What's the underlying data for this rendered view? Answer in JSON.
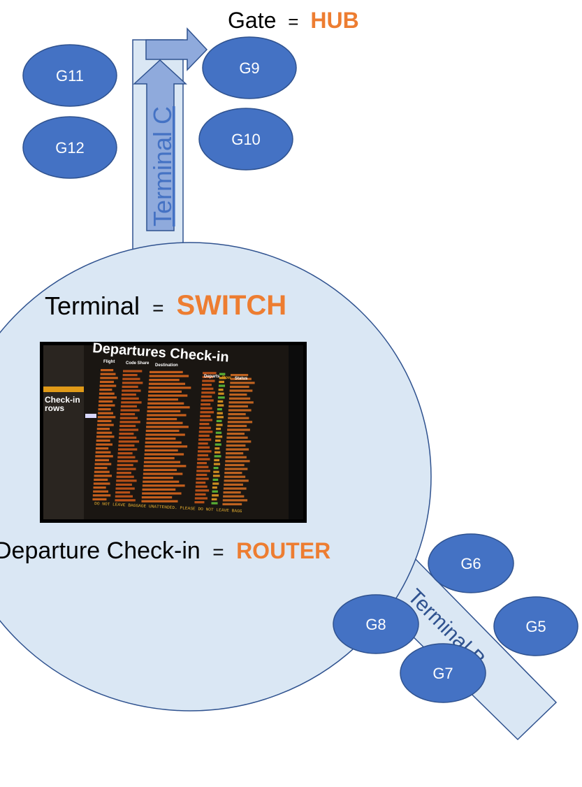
{
  "colors": {
    "accent": "#ED7D31",
    "gate_fill": "#4472C4",
    "gate_stroke": "#2F528F",
    "area_fill": "#DAE7F4",
    "area_stroke": "#2F528F",
    "arrow_fill": "#8FAADC"
  },
  "hub_caption": {
    "term": "Gate",
    "eq": "=",
    "value": "HUB"
  },
  "switch_caption": {
    "term": "Terminal",
    "eq": "=",
    "value": "SWITCH"
  },
  "router_caption": {
    "term": "Departure Check-in",
    "eq": "=",
    "value": "ROUTER"
  },
  "corridors": {
    "c": {
      "label": "Terminal C"
    },
    "b": {
      "label": "Terminal B"
    }
  },
  "gates": {
    "g5": "G5",
    "g6": "G6",
    "g7": "G7",
    "g8": "G8",
    "g9": "G9",
    "g10": "G10",
    "g11": "G11",
    "g12": "G12"
  },
  "board": {
    "title": "Departures Check-in",
    "side_label": "Check-in",
    "side_label_2": "rows",
    "col_flight": "Flight",
    "col_codeshare": "Code Share",
    "col_destination": "Destination",
    "col_departs": "Departs",
    "col_row": "Row",
    "col_status": "Status",
    "footer": "DO NOT LEAVE BAGGAGE UNATTENDED. PLEASE DO NOT LEAVE BAGG"
  }
}
